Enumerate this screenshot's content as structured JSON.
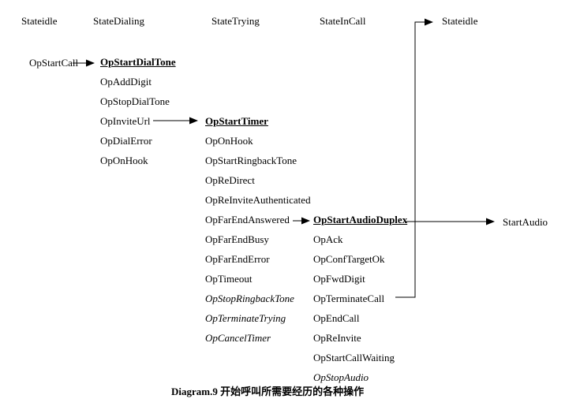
{
  "headers": {
    "idle_left": "Stateidle",
    "dialing": "StateDialing",
    "trying": "StateTrying",
    "incall": "StateInCall",
    "idle_right": "Stateidle"
  },
  "idle": {
    "items": [
      "OpStartCall"
    ]
  },
  "dialing": {
    "items": [
      "OpStartDialTone",
      "OpAddDigit",
      "OpStopDialTone",
      "OpInviteUrl",
      "OpDialError",
      "OpOnHook"
    ]
  },
  "trying": {
    "items": [
      "OpStartTimer",
      "OpOnHook",
      "OpStartRingbackTone",
      "OpReDirect",
      "OpReInviteAuthenticated",
      "OpFarEndAnswered",
      "OpFarEndBusy",
      "OpFarEndError",
      "OpTimeout",
      "OpStopRingbackTone",
      "OpTerminateTrying",
      "OpCancelTimer"
    ]
  },
  "incall": {
    "items": [
      "OpStartAudioDuplex",
      "OpAck",
      "OpConfTargetOk",
      "OpFwdDigit",
      "OpTerminateCall",
      "OpEndCall",
      "OpReInvite",
      "OpStartCallWaiting",
      "OpStopAudio"
    ]
  },
  "result": {
    "start_audio": "StartAudio"
  },
  "transitions": [
    {
      "from": "OpStartCall",
      "to": "OpStartDialTone"
    },
    {
      "from": "OpInviteUrl",
      "to": "OpStartTimer"
    },
    {
      "from": "OpFarEndAnswered",
      "to": "OpStartAudioDuplex"
    },
    {
      "from": "OpStartAudioDuplex",
      "to": "StartAudio"
    },
    {
      "from": "OpTerminateCall",
      "to": "Stateidle"
    }
  ],
  "caption": "Diagram.9 开始呼叫所需要经历的各种操作",
  "colors": {
    "line": "#000000",
    "text": "#000000",
    "background": "#ffffff"
  }
}
